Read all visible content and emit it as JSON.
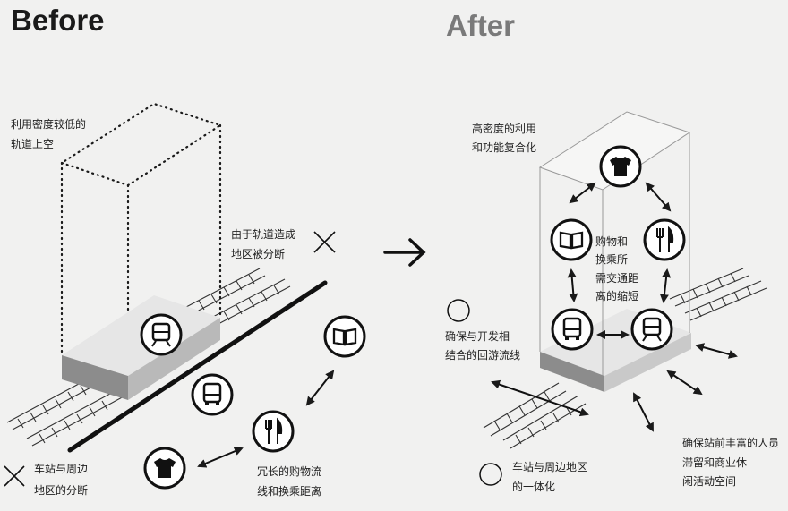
{
  "before": {
    "title": "Before",
    "airspace_label": [
      "利用密度较低的",
      "轨道上空"
    ],
    "split_by_tracks_label": [
      "由于轨道造成",
      "地区被分断"
    ],
    "station_split_label": [
      "车站与周边",
      "地区的分断"
    ],
    "long_route_label": [
      "冗长的购物流",
      "线和换乘距离"
    ],
    "icons": [
      "train-icon",
      "bus-icon",
      "book-icon",
      "fork-knife-icon",
      "shirt-icon"
    ]
  },
  "after": {
    "title": "After",
    "high_density_label": [
      "高密度的利用",
      "和功能复合化"
    ],
    "shortened_distance_label": [
      "购物和",
      "换乘所",
      "需交通距",
      "离的缩短"
    ],
    "circulation_label": [
      "确保与开发相",
      "结合的回游流线"
    ],
    "integration_label": [
      "车站与周边地区",
      "的一体化"
    ],
    "plaza_label": [
      "确保站前丰富的人员",
      "滞留和商业休",
      "闲活动空间"
    ]
  },
  "colors": {
    "ink": "#1a1a1a",
    "after_title": "#7a7a7a",
    "block_top": "#e6e6e6",
    "block_side": "#8c8c8c"
  }
}
